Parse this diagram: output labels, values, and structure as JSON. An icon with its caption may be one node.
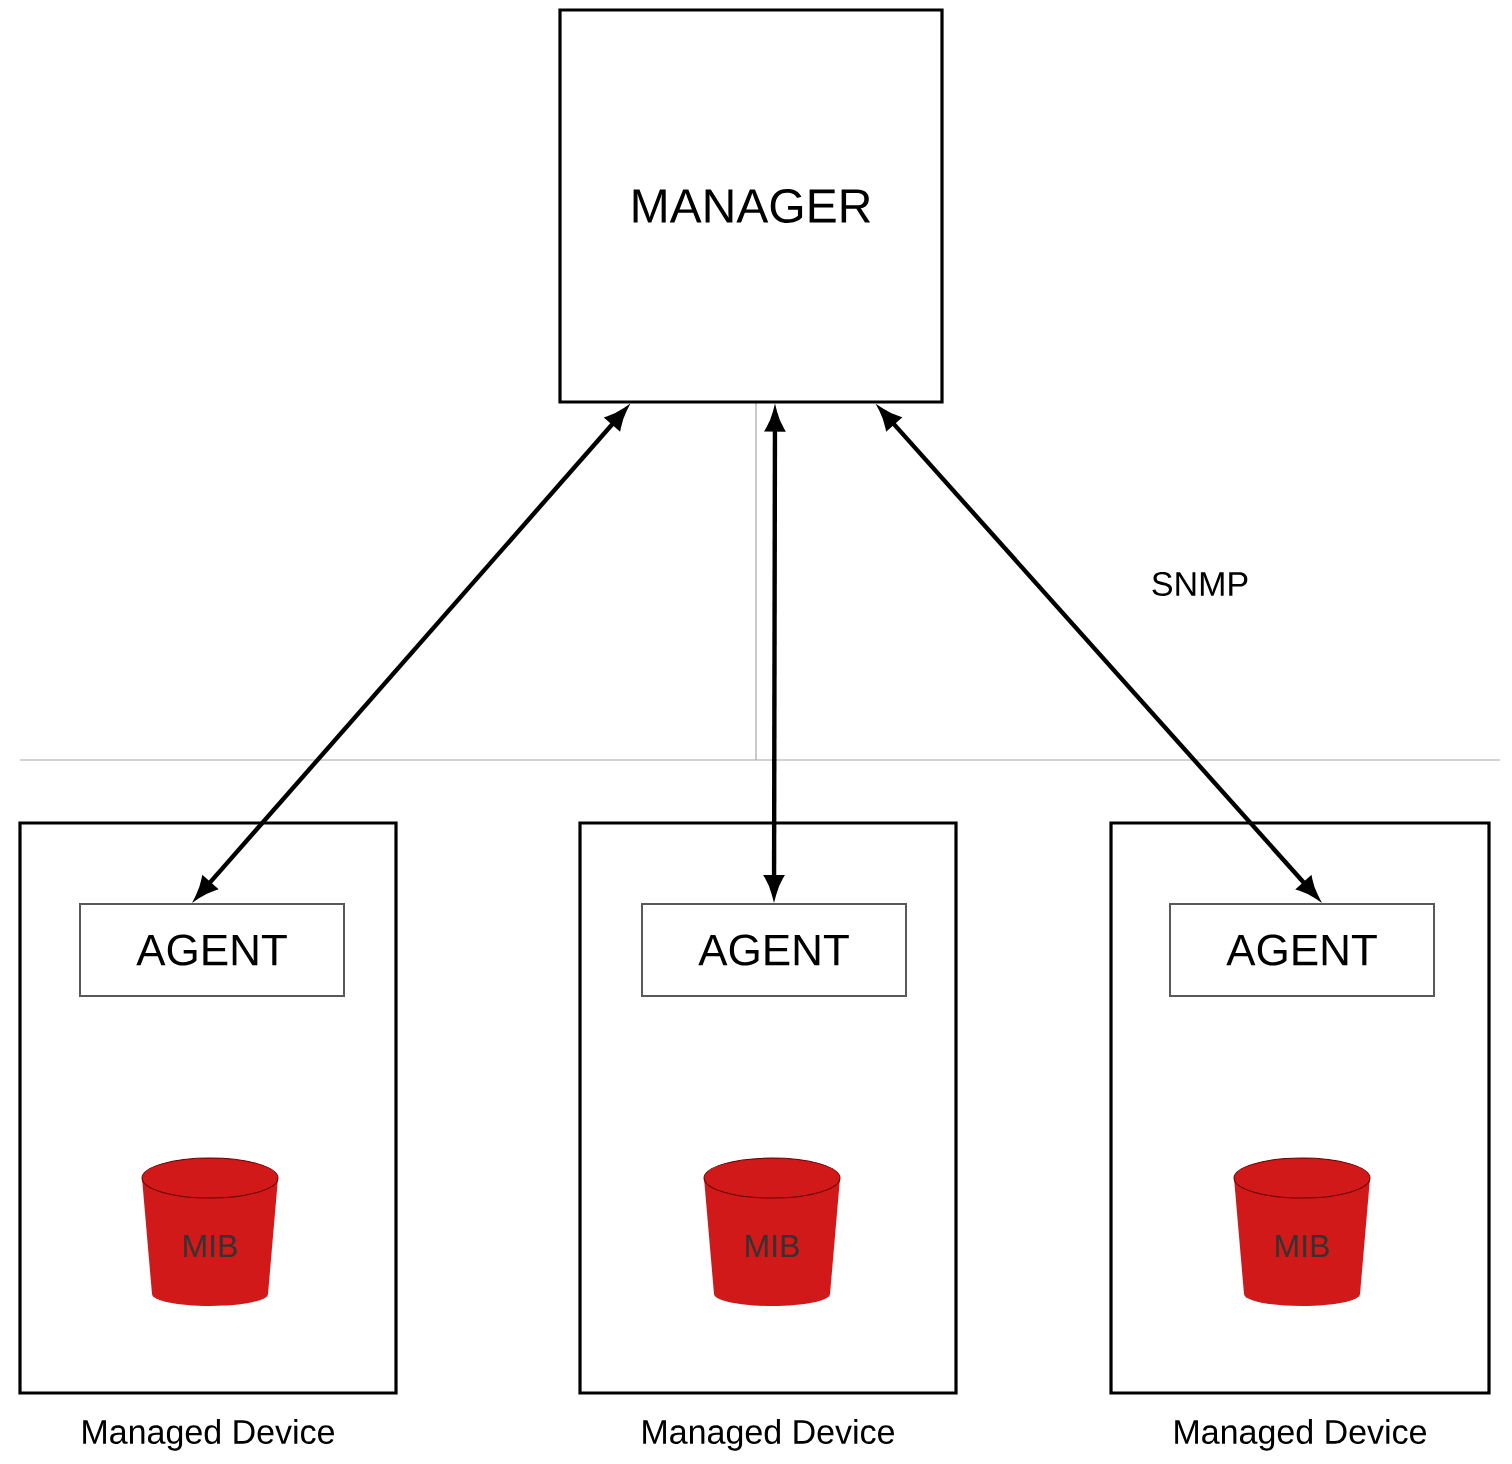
{
  "diagram": {
    "nodes": [
      {
        "text": [
          "MANAGER"
        ]
      },
      {
        "text": [],
        "shape": "box",
        "beside": [
          "Managed Device"
        ]
      },
      {
        "text": [
          "AGENT"
        ],
        "in": 1
      },
      {
        "text": [
          "MIB"
        ],
        "in": 1
      },
      {
        "text": [],
        "shape": "box",
        "beside": [
          "Managed Device"
        ]
      },
      {
        "text": [
          "AGENT"
        ],
        "in": 4
      },
      {
        "text": [
          "MIB"
        ],
        "in": 4
      },
      {
        "text": [],
        "shape": "box",
        "beside": [
          "Managed Device"
        ]
      },
      {
        "text": [
          "AGENT"
        ],
        "in": 7
      },
      {
        "text": [
          "MIB"
        ],
        "in": 7
      }
    ],
    "edges": [
      {
        "from": 0,
        "to": 2,
        "arrow": "both"
      },
      {
        "from": 0,
        "to": 5,
        "arrow": "both"
      },
      {
        "from": 0,
        "to": 8,
        "arrow": "both"
      }
    ],
    "labels": [
      "SNMP"
    ]
  }
}
